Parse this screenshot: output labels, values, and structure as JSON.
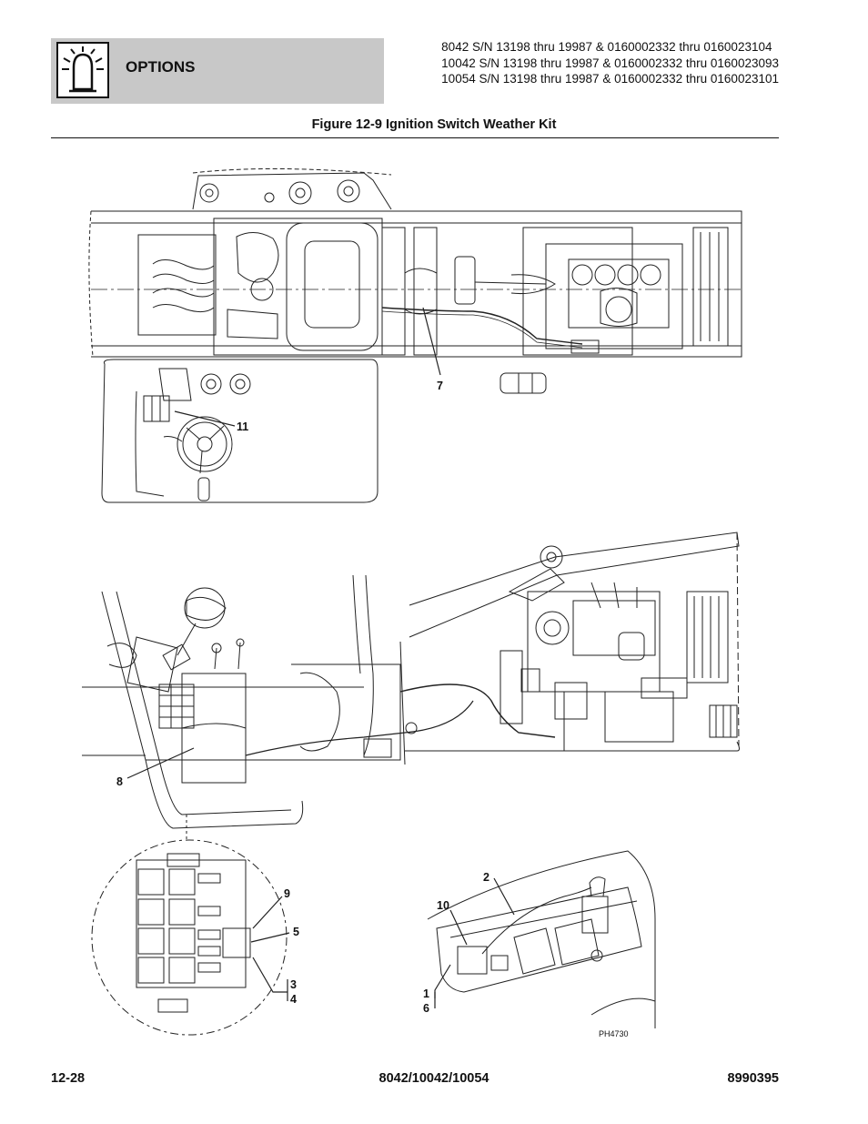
{
  "header": {
    "section": "OPTIONS",
    "icon": "beacon-light-icon",
    "serials": [
      "8042 S/N 13198 thru 19987 & 0160002332 thru 0160023104",
      "10042 S/N 13198 thru 19987 & 0160002332 thru 0160023093",
      "10054 S/N 13198 thru 19987 & 0160002332 thru 0160023101"
    ]
  },
  "figure": {
    "title": "Figure 12-9 Ignition Switch Weather Kit",
    "callouts": {
      "c7": "7",
      "c11": "11",
      "c8": "8",
      "c9": "9",
      "c5": "5",
      "c3": "3",
      "c4": "4",
      "c2": "2",
      "c10": "10",
      "c1": "1",
      "c6": "6"
    },
    "code": "PH4730"
  },
  "footer": {
    "page": "12-28",
    "models": "8042/10042/10054",
    "doc_number": "8990395"
  }
}
